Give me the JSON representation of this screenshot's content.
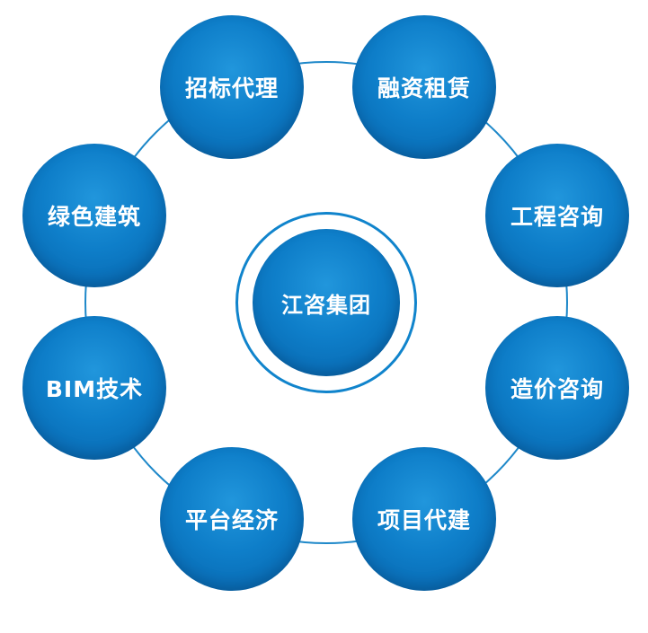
{
  "diagram": {
    "title": "",
    "center": {
      "label": "江咨集团"
    },
    "nodes": [
      {
        "id": "bidding-agency",
        "label": "招标代理"
      },
      {
        "id": "financial-leasing",
        "label": "融资租赁"
      },
      {
        "id": "engineering-consulting",
        "label": "工程咨询"
      },
      {
        "id": "cost-consulting",
        "label": "造价咨询"
      },
      {
        "id": "project-construction",
        "label": "项目代建"
      },
      {
        "id": "platform-economy",
        "label": "平台经济"
      },
      {
        "id": "bim-technology",
        "label": "BIM技术"
      },
      {
        "id": "green-building",
        "label": "绿色建筑"
      }
    ],
    "colors": {
      "sphere_highlight": "#2196dc",
      "sphere_main": "#0e7ec9",
      "sphere_edge": "#07619f",
      "ring_stroke": "#1e88c9",
      "center_ring_stroke": "#1084cc",
      "text": "#ffffff",
      "background": "#ffffff"
    }
  }
}
